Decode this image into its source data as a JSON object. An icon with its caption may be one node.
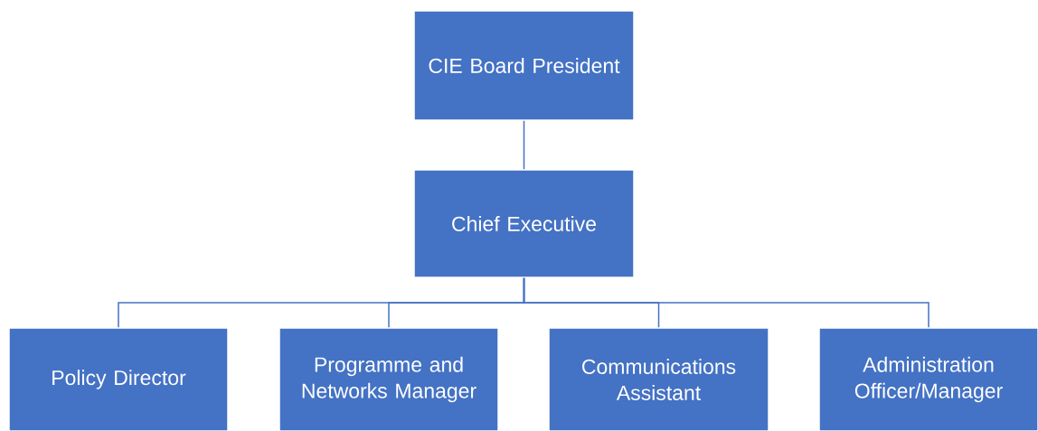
{
  "diagram": {
    "nodes": [
      {
        "text": [
          "CIE Board President"
        ]
      },
      {
        "text": [
          "Chief Executive"
        ]
      },
      {
        "text": [
          "Policy Director"
        ]
      },
      {
        "text": [
          "Programme and Networks Manager"
        ]
      },
      {
        "text": [
          "Communications Assistant"
        ]
      },
      {
        "text": [
          "Administration Officer/Manager"
        ]
      }
    ],
    "edges": [
      {
        "from": 0,
        "to": 1,
        "arrow": "none"
      },
      {
        "from": 1,
        "to": 2,
        "arrow": "none"
      },
      {
        "from": 1,
        "to": 3,
        "arrow": "none"
      },
      {
        "from": 1,
        "to": 4,
        "arrow": "none"
      },
      {
        "from": 1,
        "to": 5,
        "arrow": "none"
      }
    ]
  }
}
